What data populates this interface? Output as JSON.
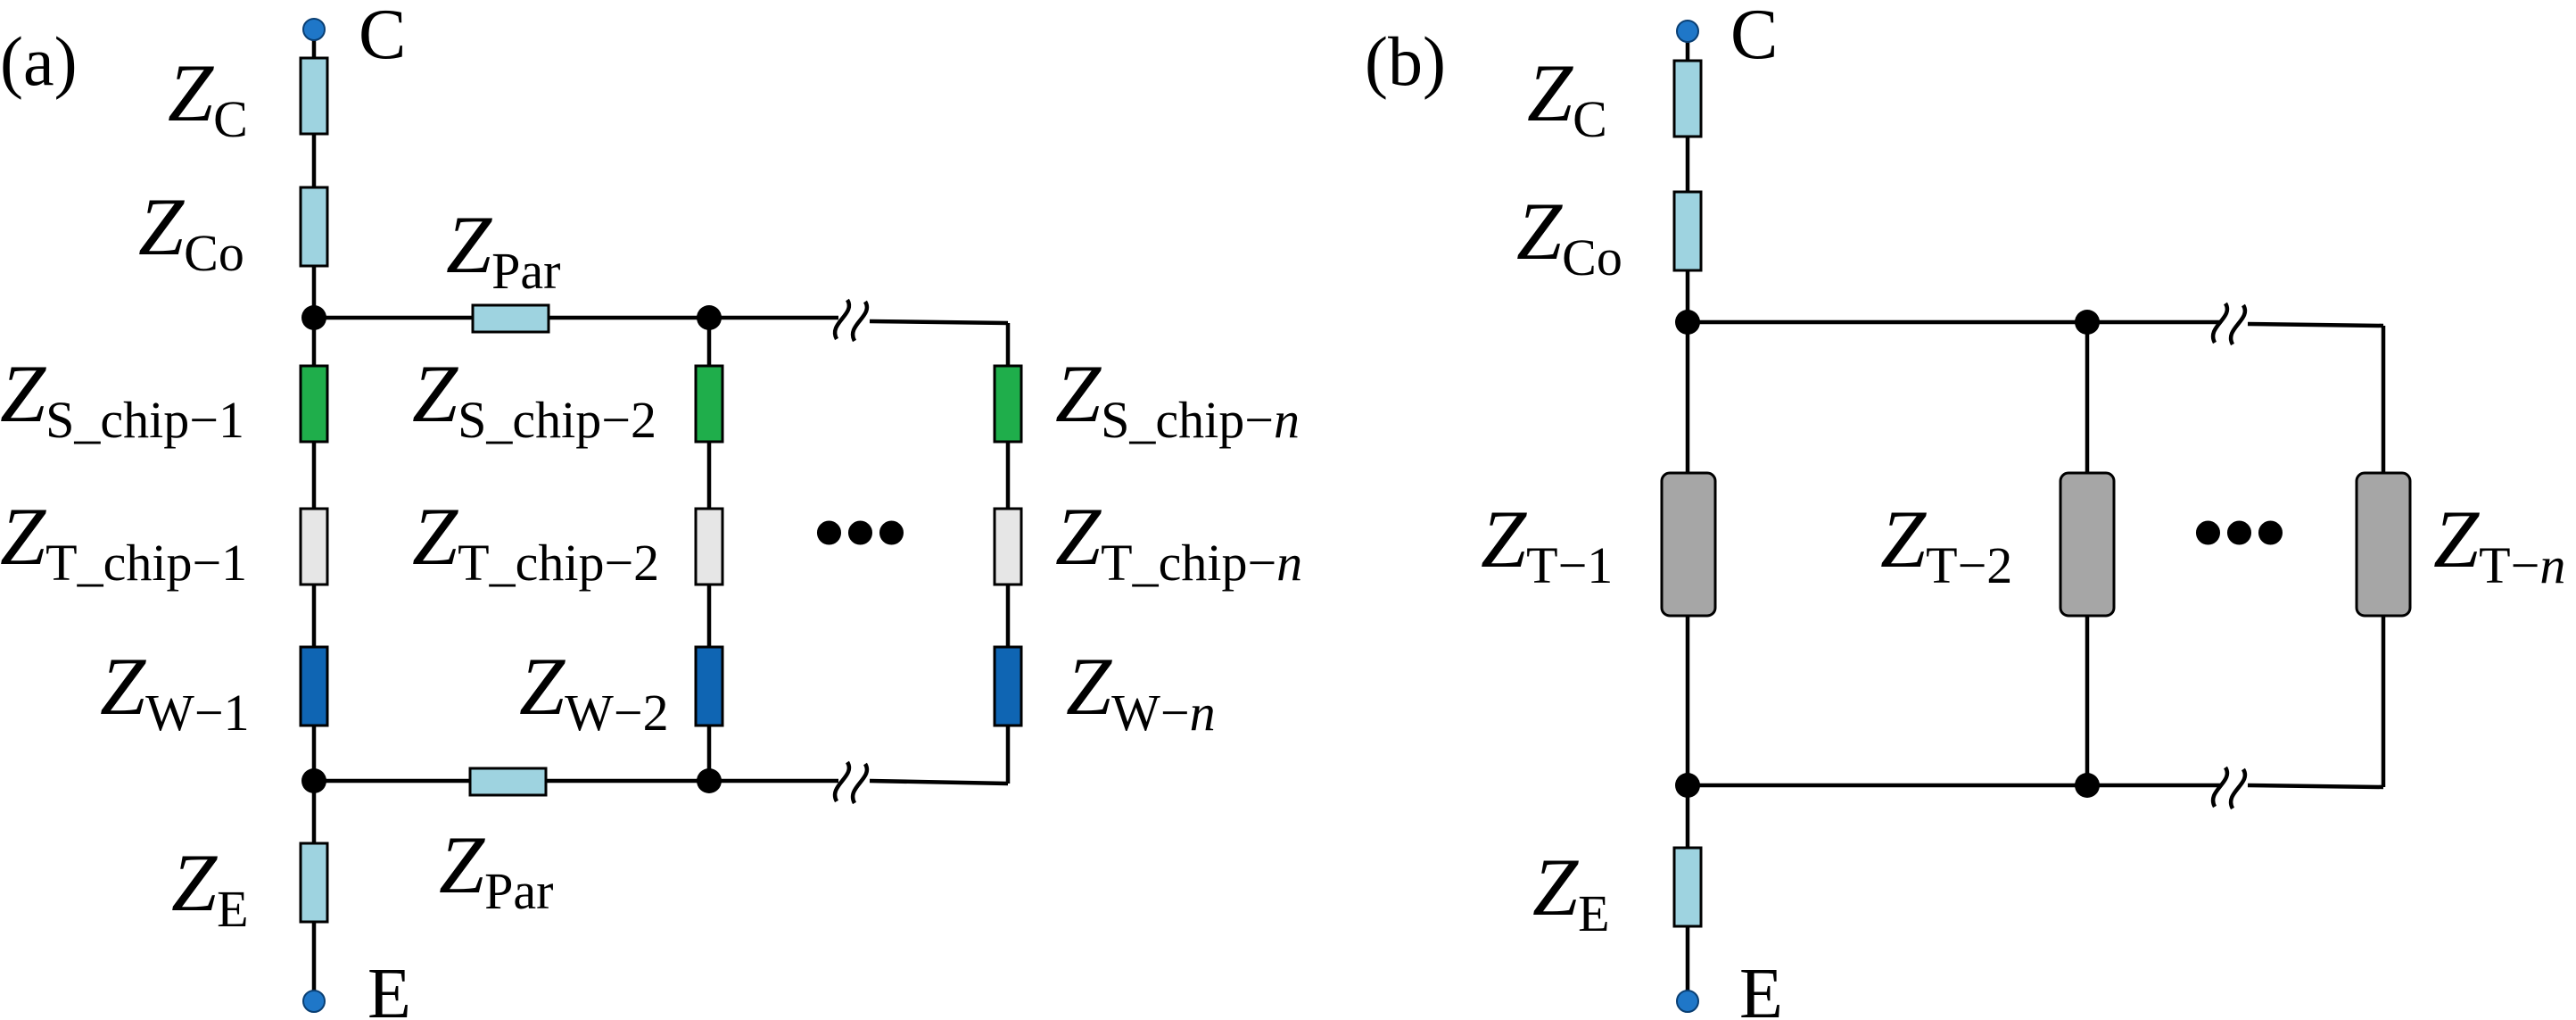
{
  "panels": [
    {
      "label": "(a)",
      "terminals": {
        "top": "C",
        "bottom": "E"
      },
      "components": {
        "zc": {
          "main": "Z",
          "sub": "C"
        },
        "zco": {
          "main": "Z",
          "sub": "Co"
        },
        "zpar_top": {
          "main": "Z",
          "sub": "Par"
        },
        "zpar_bot": {
          "main": "Z",
          "sub": "Par"
        },
        "ze": {
          "main": "Z",
          "sub": "E"
        },
        "zs1": {
          "main": "Z",
          "sub": "S_chip−1"
        },
        "zt1": {
          "main": "Z",
          "sub": "T_chip−1"
        },
        "zw1": {
          "main": "Z",
          "sub": "W−1"
        },
        "zs2": {
          "main": "Z",
          "sub": "S_chip−2"
        },
        "zt2": {
          "main": "Z",
          "sub": "T_chip−2"
        },
        "zw2": {
          "main": "Z",
          "sub": "W−2"
        },
        "zsn": {
          "main": "Z",
          "sub": "S_chip−",
          "subItalic": "n"
        },
        "ztn": {
          "main": "Z",
          "sub": "T_chip−",
          "subItalic": "n"
        },
        "zwn": {
          "main": "Z",
          "sub": "W−",
          "subItalic": "n"
        }
      },
      "ellipsis": "•••"
    },
    {
      "label": "(b)",
      "terminals": {
        "top": "C",
        "bottom": "E"
      },
      "components": {
        "zc": {
          "main": "Z",
          "sub": "C"
        },
        "zco": {
          "main": "Z",
          "sub": "Co"
        },
        "ze": {
          "main": "Z",
          "sub": "E"
        },
        "zt1": {
          "main": "Z",
          "sub": "T−1"
        },
        "zt2": {
          "main": "Z",
          "sub": "T−2"
        },
        "ztn": {
          "main": "Z",
          "sub": "T−",
          "subItalic": "n"
        }
      },
      "ellipsis": "•••"
    }
  ],
  "colors": {
    "light_blue": "#9ed3e0",
    "green": "#1fae4b",
    "light_gray": "#e6e6e6",
    "dark_blue": "#0f65b3",
    "gray": "#a6a6a6",
    "terminal_blue": "#1f77c8"
  }
}
